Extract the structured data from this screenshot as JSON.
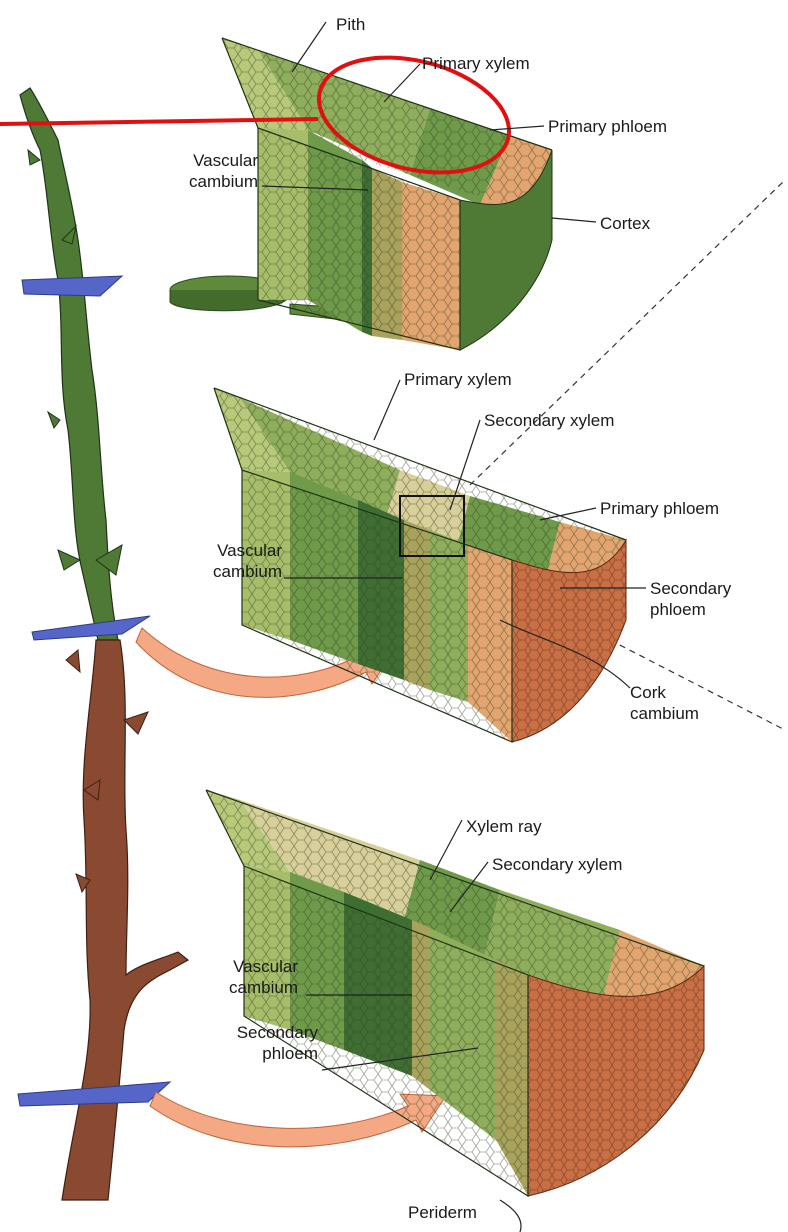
{
  "colors": {
    "pith": "#b8c97a",
    "primary_xylem": "#8fae5c",
    "secondary_xylem": "#6f9a4a",
    "vascular_cambium": "#3f6e33",
    "phloem": "#a9a25c",
    "cortex": "#e3a56f",
    "cork": "#c96f45",
    "stem_green": "#4f7a35",
    "stem_brown": "#8a4a32",
    "section_plane": "#5566c8",
    "arrow": "#f4a884",
    "highlight_ellipse": "#e01010"
  },
  "wedge1": {
    "labels": {
      "pith": "Pith",
      "primary_xylem": "Primary xylem",
      "primary_phloem": "Primary phloem",
      "vascular_cambium": "Vascular\ncambium",
      "cortex": "Cortex"
    }
  },
  "wedge2": {
    "labels": {
      "primary_xylem": "Primary xylem",
      "secondary_xylem": "Secondary xylem",
      "primary_phloem": "Primary phloem",
      "vascular_cambium": "Vascular\ncambium",
      "secondary_phloem": "Secondary\nphloem",
      "cork_cambium": "Cork\ncambium"
    }
  },
  "wedge3": {
    "labels": {
      "xylem_ray": "Xylem ray",
      "secondary_xylem": "Secondary xylem",
      "vascular_cambium": "Vascular\ncambium",
      "secondary_phloem": "Secondary\nphloem",
      "periderm": "Periderm"
    }
  }
}
